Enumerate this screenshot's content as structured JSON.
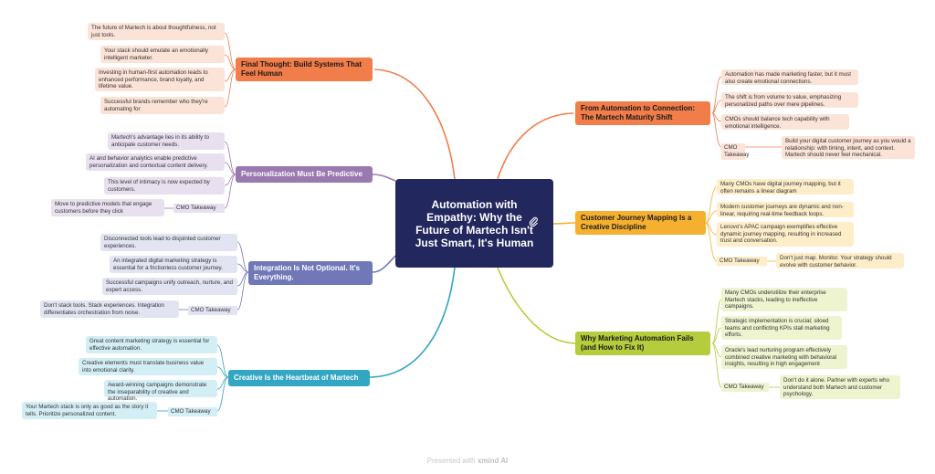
{
  "center": {
    "title": "Automation with Empathy: Why the Future of Martech Isn't Just Smart, It's Human",
    "icon": "attachment-icon"
  },
  "footer": {
    "prefix": "Presented with",
    "brand": "xmind AI"
  },
  "colors": {
    "center": "#22275e",
    "orange": "#f07d4a",
    "amber": "#f6b030",
    "green": "#b5cc3c",
    "purple": "#9a78b0",
    "slate": "#7078b8",
    "teal": "#32a6c2"
  },
  "branches": {
    "b1": {
      "title": "From Automation to Connection: The Martech Maturity Shift",
      "items": [
        "Automation has made marketing faster, but it must also create emotional connections.",
        "The shift is from volume to value, emphasizing personalized paths over mere pipelines.",
        "CMOs should balance tech capability with emotional intelligence."
      ],
      "takeaway_label": "CMO Takeaway",
      "takeaway": "Build your digital customer journey as you would a relationship: with timing, intent, and context. Martech should never feel mechanical."
    },
    "b2": {
      "title": "Customer Journey Mapping Is a Creative Discipline",
      "items": [
        "Many CMOs have digital journey mapping, but it often remains a linear diagram",
        "Modern customer journeys are dynamic and non-linear, requiring real-time feedback loops.",
        "Lenovo's APAC campaign exemplifies effective dynamic journey mapping, resulting in increased trust and conversation."
      ],
      "takeaway_label": "CMO Takeaway",
      "takeaway": "Don't just map. Monitor. Your strategy should evolve with customer behavior."
    },
    "b3": {
      "title": "Why Marketing Automation Fails (and How to Fix It)",
      "items": [
        "Many CMOs underutilize their enterprise Martech stacks, leading to ineffective campaigns.",
        "Strategic implementation is crucial; siloed teams and conflicting KPIs stall marketing efforts.",
        "Oracle's lead nurturing program effectively combined creative marketing with behavioral insights, resulting in high engagement"
      ],
      "takeaway_label": "CMO Takeaway",
      "takeaway": "Don't do it alone. Partner with experts who understand both Martech and customer psychology."
    },
    "b4": {
      "title": "Final Thought: Build Systems That Feel Human",
      "items": [
        "The future of Martech is about thoughtfulness, not just tools.",
        "Your stack should emulate an emotionally intelligent marketer.",
        "Investing in human-first automation leads to enhanced performance, brand loyalty, and lifetime value.",
        "Successful brands remember who they're automating for"
      ]
    },
    "b5": {
      "title": "Personalization Must Be Predictive",
      "items": [
        "Martech's advantage lies in its ability to anticipate customer needs.",
        "AI and behavior analytics enable predictive personalization and contextual content delivery.",
        "This level of intimacy is now expected by customers."
      ],
      "takeaway_label": "CMO Takeaway",
      "takeaway": "Move to predictive models that engage customers before they click"
    },
    "b6": {
      "title": "Integration Is Not Optional. It's Everything.",
      "items": [
        "Disconnected tools lead to disjointed customer experiences.",
        "An integrated digital marketing strategy is essential for a frictionless customer journey.",
        "Successful campaigns unify outreach, nurture, and expert access."
      ],
      "takeaway_label": "CMO Takeaway",
      "takeaway": "Don't stack tools. Stack experiences. Integration differentiates orchestration from noise."
    },
    "b7": {
      "title": "Creative Is the Heartbeat of Martech",
      "items": [
        "Great content marketing strategy is essential for effective automation.",
        "Creative elements must translate business value into emotional clarity.",
        "Award-winning campaigns demonstrate the inseparability of creative and automation."
      ],
      "takeaway_label": "CMO Takeaway",
      "takeaway": "Your Martech stack is only as good as the story it tells. Prioritize personalized content."
    }
  }
}
